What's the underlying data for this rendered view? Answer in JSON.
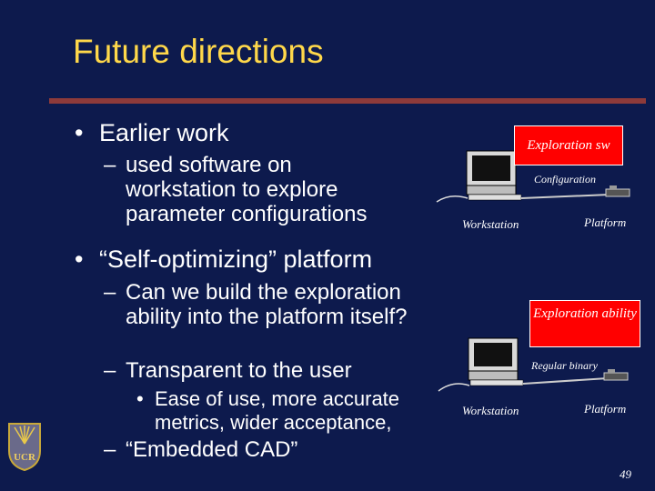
{
  "slide": {
    "title": "Future directions",
    "page_number": "49"
  },
  "content": {
    "bullet1": "Earlier work",
    "bullet1_sub1": "used software on workstation to explore parameter configurations",
    "bullet2": "“Self-optimizing” platform",
    "bullet2_sub1": "Can we build the exploration ability into the platform itself?",
    "bullet2_sub2": "Transparent to the user",
    "bullet2_sub2_sub1": "Ease of use, more accurate metrics, wider acceptance,",
    "bullet2_sub3": "“Embedded CAD”"
  },
  "diagram_top": {
    "callout": "Exploration sw",
    "link_label": "Configuration",
    "workstation_label": "Workstation",
    "platform_label": "Platform"
  },
  "diagram_bottom": {
    "callout": "Exploration ability",
    "link_label": "Regular binary",
    "workstation_label": "Workstation",
    "platform_label": "Platform"
  },
  "colors": {
    "background": "#0d1a4d",
    "title": "#ffd84a",
    "rule": "#8d3a3a",
    "callout": "#ff0000"
  },
  "logo": {
    "text": "UCR",
    "icon": "ucr-seal-logo"
  }
}
